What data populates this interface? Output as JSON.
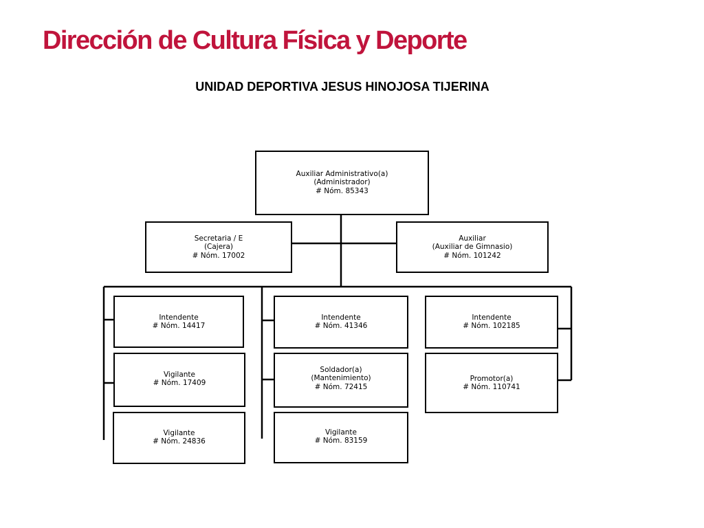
{
  "colors": {
    "title": "#c0143c",
    "text": "#000000",
    "lines": "#000000"
  },
  "header": {
    "title": "Dirección de Cultura Física y Deporte",
    "subtitle": "UNIDAD DEPORTIVA JESUS HINOJOSA TIJERINA"
  },
  "org_chart": {
    "root": {
      "title": "Auxiliar Administrativo(a)",
      "role": "(Administrador)",
      "number": "# Nóm. 85343"
    },
    "assistants": [
      {
        "title": "Secretaria / E",
        "role": "(Cajera)",
        "number": "# Nóm. 17002"
      },
      {
        "title": "Auxiliar",
        "role": "(Auxiliar de Gimnasio)",
        "number": "# Nóm. 101242"
      }
    ],
    "columns": [
      {
        "members": [
          {
            "title": "Intendente",
            "number": "# Nóm. 14417"
          },
          {
            "title": "Vigilante",
            "number": "# Nóm. 17409"
          },
          {
            "title": "Vigilante",
            "number": "# Nóm. 24836"
          }
        ]
      },
      {
        "members": [
          {
            "title": "Intendente",
            "number": "# Nóm. 41346"
          },
          {
            "title": "Soldador(a)",
            "role": "(Mantenimiento)",
            "number": "# Nóm. 72415"
          },
          {
            "title": "Vigilante",
            "number": "# Nóm. 83159"
          }
        ]
      },
      {
        "members": [
          {
            "title": "Intendente",
            "number": "# Nóm. 102185"
          },
          {
            "title": "Promotor(a)",
            "number": "# Nóm. 110741"
          }
        ]
      }
    ]
  }
}
